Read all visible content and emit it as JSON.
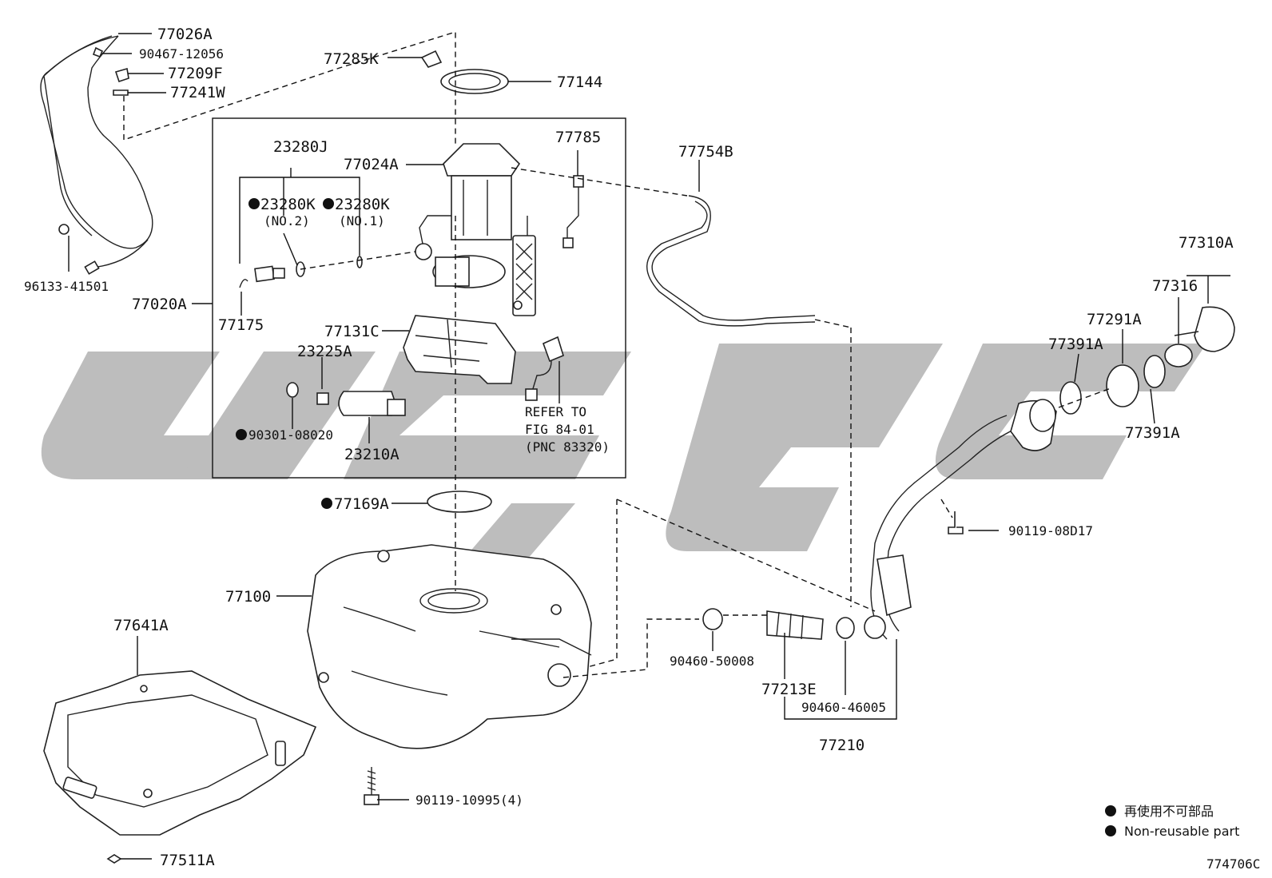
{
  "diagram_id": "774706C",
  "legend": {
    "non_reusable_jp": "再使用不可部品",
    "non_reusable_en": "Non-reusable part"
  },
  "callouts": {
    "p77026A": "77026A",
    "p90467": "90467-12056",
    "p77209F": "77209F",
    "p77241W": "77241W",
    "p96133": "96133-41501",
    "p77285K": "77285K",
    "p77144": "77144",
    "p23280J": "23280J",
    "p77024A": "77024A",
    "p77785": "77785",
    "p77754B": "77754B",
    "p23280K_2": "23280K",
    "p23280K_2_sub": "(NO.2)",
    "p23280K_1": "23280K",
    "p23280K_1_sub": "(NO.1)",
    "p77020A": "77020A",
    "p77175": "77175",
    "p77131C": "77131C",
    "p23225A": "23225A",
    "refer_line1": "REFER TO",
    "refer_line2": "FIG 84-01",
    "refer_line3": "(PNC 83320)",
    "p90301": "90301-08020",
    "p23210A": "23210A",
    "p77169A": "77169A",
    "p77310A": "77310A",
    "p77316": "77316",
    "p77291A": "77291A",
    "p77391A_top": "77391A",
    "p77391A_bot": "77391A",
    "p90119_08D17": "90119-08D17",
    "p77100": "77100",
    "p77641A": "77641A",
    "p90460_50008": "90460-50008",
    "p77213E": "77213E",
    "p90460_46005": "90460-46005",
    "p77210": "77210",
    "p90119_10995": "90119-10995(4)",
    "p77511A": "77511A"
  }
}
